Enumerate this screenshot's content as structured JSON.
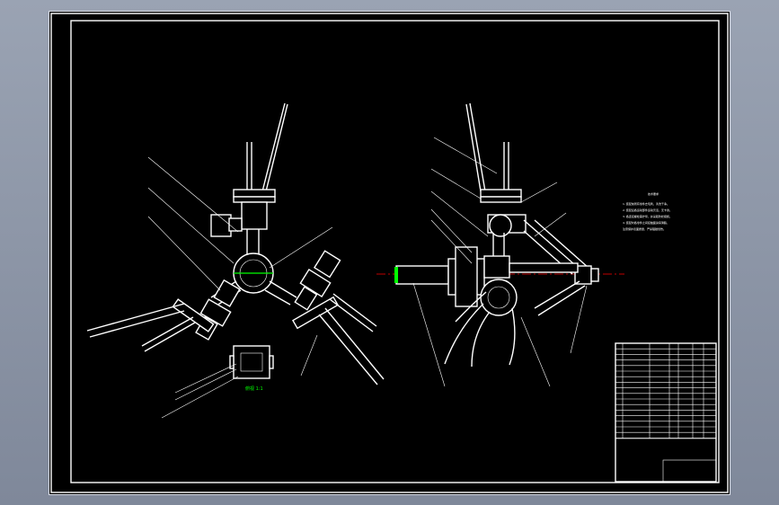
{
  "colors": {
    "background": "#8d96a7",
    "sheet": "#000000",
    "lines": "#ffffff",
    "center_line": "#ff0000",
    "highlight": "#00ff00"
  },
  "labels": {
    "view_caption": "俯视 1:1",
    "tech_title": "技术要求",
    "tech_lines": [
      "1. 装配前所有零件去毛刺，清洗干净。",
      "2. 装配后各运动部件运动灵活，无卡滞。",
      "3. 各连接螺栓需拧紧，并采取防松措施。",
      "4. 装配时各零件之间接触面涂润滑脂，",
      "   注意保护表面质量，严禁磕碰划伤。"
    ]
  }
}
